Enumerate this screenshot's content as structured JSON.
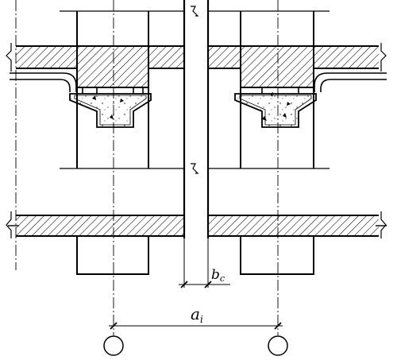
{
  "drawing": {
    "dimension_gap_label": "b",
    "dimension_gap_subscript": "c",
    "dimension_axis_label": "a",
    "dimension_axis_subscript": "i"
  },
  "colors": {
    "line": "#000000",
    "hatch": "#000000",
    "background": "#ffffff"
  }
}
